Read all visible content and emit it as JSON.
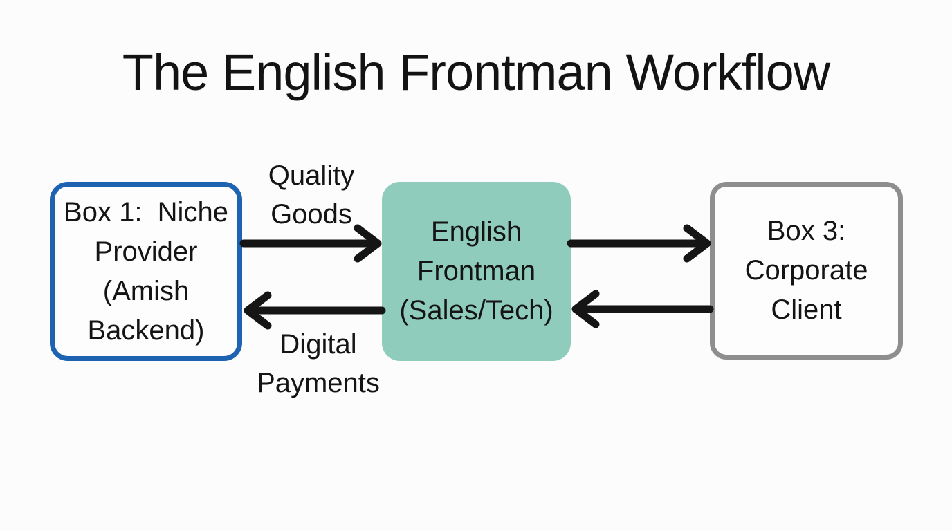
{
  "title": "The English Frontman Workflow",
  "colors": {
    "box1_border": "#1d63b2",
    "frontman_fill": "#8fccbb",
    "box3_border": "#8e8e8e",
    "arrow": "#151515",
    "text": "#141414",
    "background": "#fcfcfc"
  },
  "nodes": [
    {
      "id": "niche-provider",
      "label": "Box 1:  Niche\nProvider\n(Amish\nBackend)"
    },
    {
      "id": "english-frontman",
      "label": "English\nFrontman\n(Sales/Tech)"
    },
    {
      "id": "corporate-client",
      "label": "Box 3:\nCorporate\nClient"
    }
  ],
  "edges": [
    {
      "from": "Box 1: Niche Provider",
      "to": "English Frontman",
      "direction": "right",
      "label": "Quality\nGoods"
    },
    {
      "from": "English Frontman",
      "to": "Box 1: Niche Provider",
      "direction": "left",
      "label": "Digital\nPayments"
    },
    {
      "from": "English Frontman",
      "to": "Box 3: Corporate Client",
      "direction": "right",
      "label": ""
    },
    {
      "from": "Box 3: Corporate Client",
      "to": "English Frontman",
      "direction": "left",
      "label": ""
    }
  ]
}
